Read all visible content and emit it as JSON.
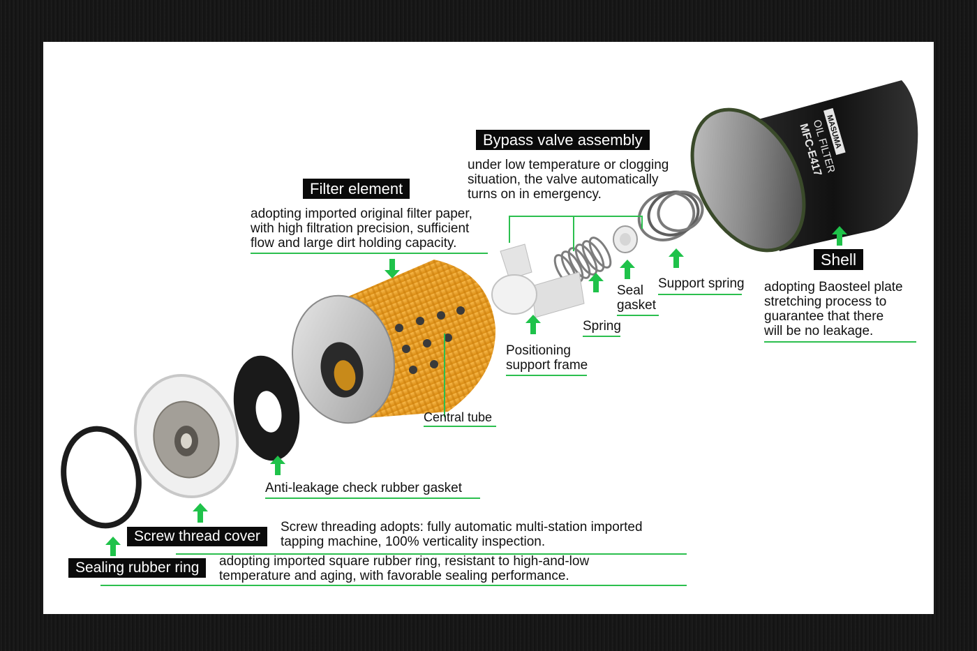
{
  "colors": {
    "accent_green": "#1fc24a",
    "underline_green": "#2bbf4e",
    "tag_bg": "#0a0a0a",
    "filter_orange": "#f0a020",
    "shell_black": "#1a1a1a"
  },
  "icons": {
    "pointer": "green-up-arrow-icon",
    "down_pointer": "green-down-arrow-icon"
  },
  "labels": {
    "bypass_title": "Bypass valve assembly",
    "bypass_desc": [
      "under low temperature or clogging",
      "situation, the valve automatically",
      "turns on in emergency."
    ],
    "filter_title": "Filter element",
    "filter_desc": [
      "adopting imported original filter paper,",
      "with high filtration precision, sufficient",
      "flow and  large dirt holding capacity."
    ],
    "shell_title": "Shell",
    "shell_desc": [
      "adopting Baosteel plate",
      "stretching process to",
      "guarantee that there",
      "will be no leakage."
    ],
    "support_spring": "Support spring",
    "seal_gasket": [
      "Seal",
      "gasket"
    ],
    "spring": "Spring",
    "positioning_frame": [
      "Positioning",
      "support frame"
    ],
    "central_tube": "Central tube",
    "anti_leakage": "Anti-leakage check rubber gasket",
    "screw_thread_title": "Screw thread cover",
    "screw_thread_desc": [
      "Screw threading adopts: fully automatic multi-station imported",
      "tapping machine, 100% verticality inspection."
    ],
    "sealing_ring_title": "Sealing rubber ring",
    "sealing_ring_desc": [
      "adopting imported square rubber ring, resistant to high-and-low",
      "temperature and aging, with favorable sealing performance."
    ]
  },
  "shell_print": {
    "brand": "MASUMA",
    "line1": "OIL FILTER",
    "line2": "MFC-E417"
  }
}
